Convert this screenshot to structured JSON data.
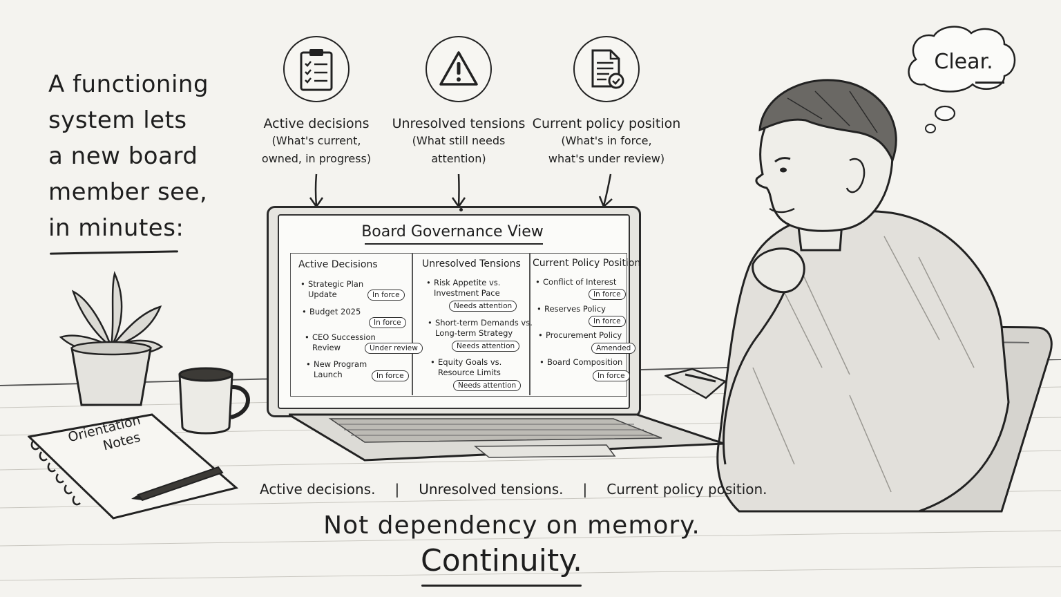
{
  "intro": {
    "lines": [
      "A functioning",
      "system lets",
      "a new board",
      "member see,",
      "in minutes:"
    ]
  },
  "columns": [
    {
      "icon": "clipboard-checklist-icon",
      "title": "Active decisions",
      "sub": [
        "(What's current,",
        "owned, in progress)"
      ]
    },
    {
      "icon": "warning-triangle-icon",
      "title": "Unresolved tensions",
      "sub": [
        "(What still needs",
        "attention)"
      ]
    },
    {
      "icon": "policy-document-check-icon",
      "title": "Current policy position",
      "sub": [
        "(What's in force,",
        "what's under review)"
      ]
    }
  ],
  "thought": "Clear.",
  "screen": {
    "title": "Board Governance View",
    "panels": [
      {
        "heading": "Active Decisions",
        "items": [
          {
            "label": [
              "Strategic Plan",
              "Update"
            ],
            "status": "In force"
          },
          {
            "label": [
              "Budget 2025",
              ""
            ],
            "status": "In force"
          },
          {
            "label": [
              "CEO Succession",
              "Review"
            ],
            "status": "Under review"
          },
          {
            "label": [
              "New Program",
              "Launch"
            ],
            "status": "In force"
          }
        ]
      },
      {
        "heading": "Unresolved Tensions",
        "items": [
          {
            "label": [
              "Risk Appetite vs.",
              "Investment Pace"
            ],
            "status": "Needs attention"
          },
          {
            "label": [
              "Short-term Demands vs.",
              "Long-term Strategy"
            ],
            "status": "Needs attention"
          },
          {
            "label": [
              "Equity Goals vs.",
              "Resource Limits"
            ],
            "status": "Needs attention"
          }
        ]
      },
      {
        "heading": "Current Policy Position",
        "items": [
          {
            "label": [
              "Conflict of Interest",
              ""
            ],
            "status": "In force"
          },
          {
            "label": [
              "Reserves Policy",
              ""
            ],
            "status": "In force"
          },
          {
            "label": [
              "Procurement Policy",
              ""
            ],
            "status": "Amended"
          },
          {
            "label": [
              "Board Composition",
              ""
            ],
            "status": "In force"
          }
        ]
      }
    ]
  },
  "notebook": {
    "lines": [
      "Orientation",
      "Notes"
    ]
  },
  "captions": [
    "Active decisions.",
    "Unresolved tensions.",
    "Current policy position."
  ],
  "separator": "|",
  "tagline": "Not dependency on memory.",
  "closing": "Continuity."
}
